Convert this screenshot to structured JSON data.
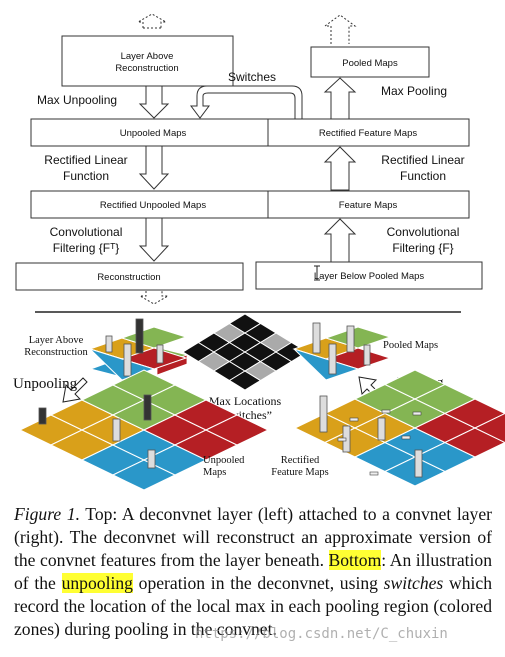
{
  "top_diagram": {
    "left_boxes": {
      "layer_above": "Layer Above\nReconstruction",
      "unpooled": "Unpooled Maps",
      "rect_unpooled": "Rectified Unpooled Maps",
      "reconstruction": "Reconstruction"
    },
    "right_boxes": {
      "pooled": "Pooled Maps",
      "rect_feature": "Rectified Feature Maps",
      "feature": "Feature Maps",
      "layer_below": "Layer Below Pooled Maps"
    },
    "labels": {
      "max_unpooling": "Max Unpooling",
      "switches": "Switches",
      "max_pooling": "Max Pooling",
      "relu_left": "Rectified Linear\nFunction",
      "relu_right": "Rectified Linear\nFunction",
      "conv_left": "Convolutional\nFiltering {Fᵀ}",
      "conv_right": "Convolutional\nFiltering {F}"
    }
  },
  "bottom_diagram": {
    "layer_above_reconstruction": "Layer Above\nReconstruction",
    "unpooling": "Unpooling",
    "max_locations": "Max Locations\n“Switches”",
    "pooled_maps": "Pooled Maps",
    "pooling": "Pooling",
    "unpooled_maps": "Unpooled\nMaps",
    "rectified_feature_maps": "Rectified\nFeature Maps"
  },
  "caption": {
    "figure_label": "Figure 1.",
    "part1": " Top: A deconvnet layer (left) attached to a convnet layer (right). The deconvnet will reconstruct an approximate version of the convnet features from the layer beneath. ",
    "bottom_word": "Bottom",
    "part2": ": An illustration of the ",
    "unpooling_word": "unpooling",
    "part3": " operation in the deconvnet, using ",
    "switches_word": "switches",
    "part4": " which record the location of the local max in each pooling region (colored zones) during pooling in the convnet."
  },
  "watermark": "https://blog.csdn.net/C_chuxin",
  "colors": {
    "orange": "#d9a01a",
    "green": "#84b553",
    "blue": "#2a97c9",
    "red": "#b51f24",
    "highlight": "#ffff33"
  }
}
